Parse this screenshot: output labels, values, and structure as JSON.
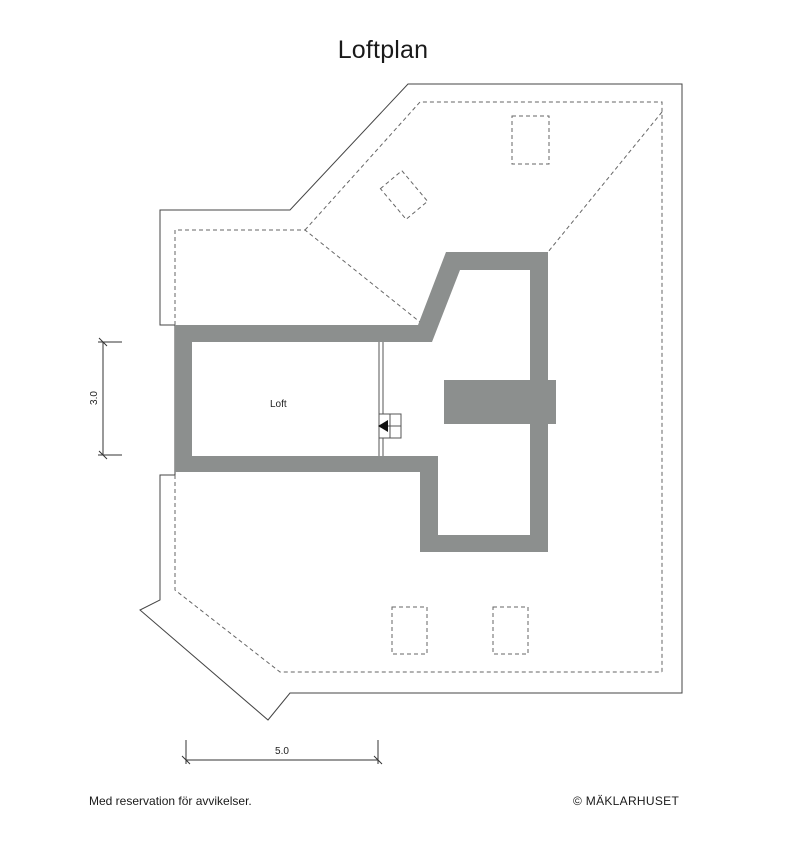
{
  "title": "Loftplan",
  "room": {
    "name": "Loft"
  },
  "dimensions": {
    "height": "3.0",
    "width": "5.0"
  },
  "footer": {
    "disclaimer": "Med reservation för avvikelser.",
    "copyright": "© MÄKLARHUSET"
  },
  "colors": {
    "wall": "#8c8f8e",
    "outline": "#444444",
    "dashed": "#666666"
  }
}
